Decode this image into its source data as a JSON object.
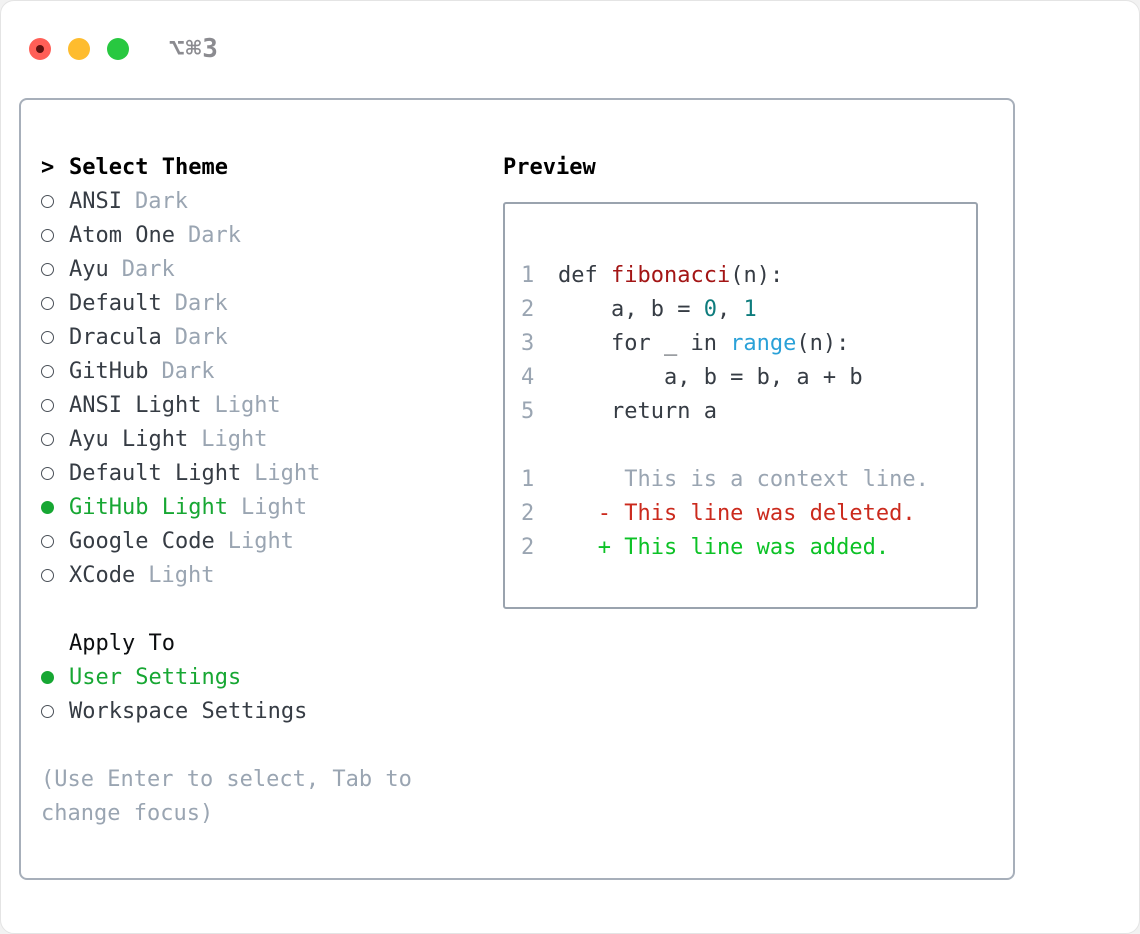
{
  "titlebar": {
    "title": "⌥⌘3",
    "buttons": [
      {
        "name": "close"
      },
      {
        "name": "minimize"
      },
      {
        "name": "zoom"
      }
    ]
  },
  "theme_menu": {
    "header_marker": ">",
    "header_label": "Select Theme",
    "items": [
      {
        "label": "ANSI",
        "variant": "Dark",
        "selected": false
      },
      {
        "label": "Atom One",
        "variant": "Dark",
        "selected": false
      },
      {
        "label": "Ayu",
        "variant": "Dark",
        "selected": false
      },
      {
        "label": "Default",
        "variant": "Dark",
        "selected": false
      },
      {
        "label": "Dracula",
        "variant": "Dark",
        "selected": false
      },
      {
        "label": "GitHub",
        "variant": "Dark",
        "selected": false
      },
      {
        "label": "ANSI Light",
        "variant": "Light",
        "selected": false
      },
      {
        "label": "Ayu Light",
        "variant": "Light",
        "selected": false
      },
      {
        "label": "Default Light",
        "variant": "Light",
        "selected": false
      },
      {
        "label": "GitHub Light",
        "variant": "Light",
        "selected": true
      },
      {
        "label": "Google Code",
        "variant": "Light",
        "selected": false
      },
      {
        "label": "XCode",
        "variant": "Light",
        "selected": false
      }
    ]
  },
  "apply_to": {
    "header": "Apply To",
    "options": [
      {
        "label": "User Settings",
        "selected": true
      },
      {
        "label": "Workspace Settings",
        "selected": false
      }
    ]
  },
  "hint": {
    "lines": [
      "(Use Enter to select, Tab to",
      "change focus)"
    ]
  },
  "preview": {
    "header": "Preview",
    "lines": [
      {
        "num": "",
        "segments": []
      },
      {
        "num": "1",
        "segments": [
          {
            "text": "def ",
            "color": "code"
          },
          {
            "text": "fibonacci",
            "color": "function"
          },
          {
            "text": "(n):",
            "color": "code"
          }
        ]
      },
      {
        "num": "2",
        "segments": [
          {
            "text": "    a, b = ",
            "color": "code"
          },
          {
            "text": "0",
            "color": "number"
          },
          {
            "text": ", ",
            "color": "code"
          },
          {
            "text": "1",
            "color": "number"
          }
        ]
      },
      {
        "num": "3",
        "segments": [
          {
            "text": "    for _ in ",
            "color": "code"
          },
          {
            "text": "range",
            "color": "builtin"
          },
          {
            "text": "(n):",
            "color": "code"
          }
        ]
      },
      {
        "num": "4",
        "segments": [
          {
            "text": "        a, b = b, a + b",
            "color": "code"
          }
        ]
      },
      {
        "num": "5",
        "segments": [
          {
            "text": "    return a",
            "color": "code"
          }
        ]
      },
      {
        "num": "",
        "segments": []
      },
      {
        "num": "1",
        "segments": [
          {
            "text": "     This is a context line.",
            "color": "context"
          }
        ]
      },
      {
        "num": "2",
        "segments": [
          {
            "text": "   - This line was deleted.",
            "color": "deleted"
          }
        ]
      },
      {
        "num": "2",
        "segments": [
          {
            "text": "   + This line was added.",
            "color": "added"
          }
        ]
      }
    ]
  },
  "colors": {
    "text": "#363c44",
    "muted": "#9aa5b2",
    "selection_green": "#17a733",
    "added_green": "#0cc226",
    "deleted_red": "#cb2a1d",
    "function_red": "#a31515",
    "number_teal": "#0e7c7d",
    "builtin_blue": "#2aa1d8",
    "line_number": "#9aa5b2",
    "panel_border": "#a7afba",
    "preview_border": "#9aa3ae",
    "title_gray": "#8b8b90",
    "traffic_red": "#ff5f57",
    "traffic_yellow": "#febc2e",
    "traffic_green": "#28c840"
  }
}
